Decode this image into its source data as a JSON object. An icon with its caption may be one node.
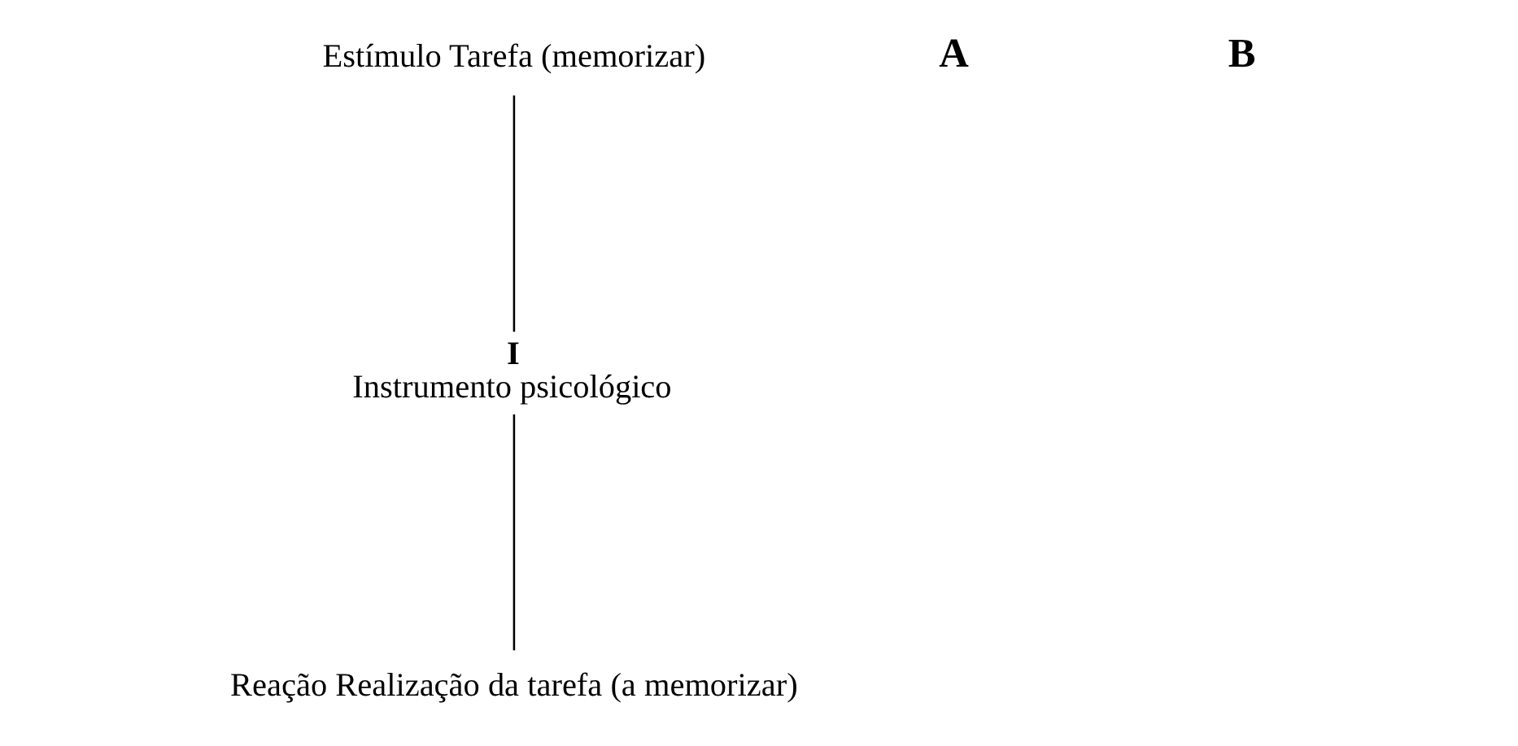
{
  "diagram": {
    "nodes": [
      {
        "text": [
          "Estímulo Tarefa (memorizar)"
        ]
      },
      {
        "text": [
          "Reação Realização da tarefa (a memorizar)"
        ]
      },
      {
        "text": [
          "I",
          "Instrumento psicológico"
        ]
      }
    ],
    "edges": [
      {
        "from": 0,
        "to": 2,
        "arrow": "none"
      },
      {
        "from": 2,
        "to": 1,
        "arrow": "none"
      }
    ],
    "labels": [
      "A",
      "B"
    ]
  }
}
